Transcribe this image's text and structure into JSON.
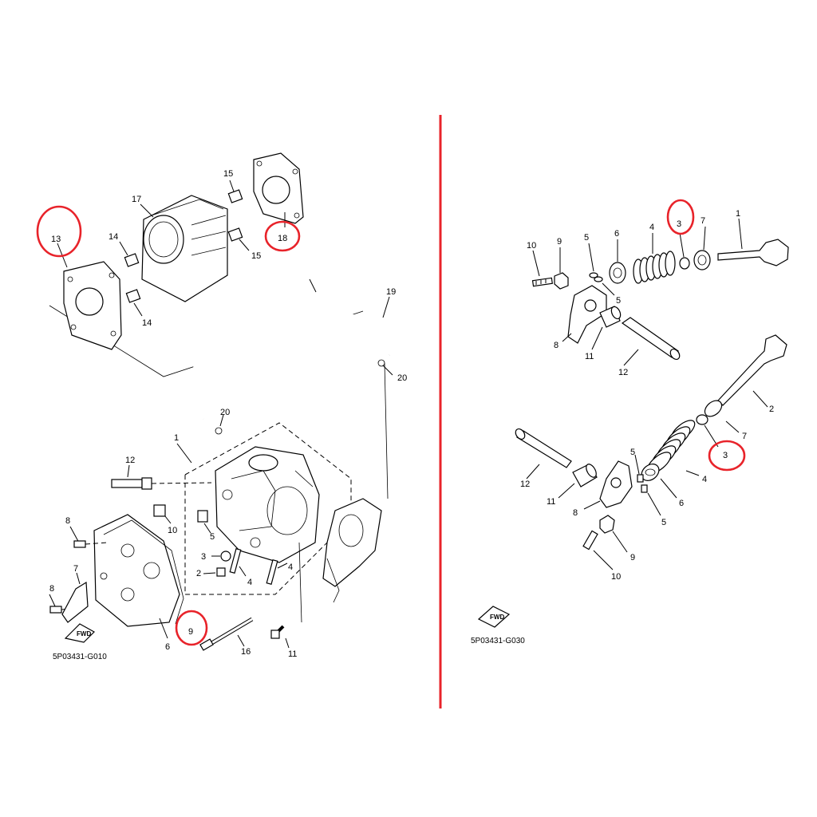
{
  "left_diagram": {
    "code": "5P03431-G010",
    "fwd_label": "FWD",
    "labels": {
      "p13": "13",
      "p14a": "14",
      "p14b": "14",
      "p15a": "15",
      "p15b": "15",
      "p17": "17",
      "p18": "18",
      "p19": "19",
      "p20a": "20",
      "p20b": "20",
      "p1": "1",
      "p12": "12",
      "p8a": "8",
      "p8b": "8",
      "p7": "7",
      "p10": "10",
      "p5": "5",
      "p3": "3",
      "p2": "2",
      "p4a": "4",
      "p4b": "4",
      "p6": "6",
      "p9": "9",
      "p16": "16",
      "p11": "11"
    }
  },
  "right_diagram": {
    "code": "5P03431-G030",
    "fwd_label": "FWD",
    "labels": {
      "t10": "10",
      "t9": "9",
      "t5a": "5",
      "t5b": "5",
      "t6": "6",
      "t4": "4",
      "t3": "3",
      "t7": "7",
      "t1": "1",
      "t8": "8",
      "t11": "11",
      "t12": "12",
      "b2": "2",
      "b7": "7",
      "b3": "3",
      "b4": "4",
      "b6": "6",
      "b5a": "5",
      "b5b": "5",
      "b12": "12",
      "b11": "11",
      "b8": "8",
      "b9": "9",
      "b10": "10"
    }
  },
  "highlight_color": "#e8232a"
}
